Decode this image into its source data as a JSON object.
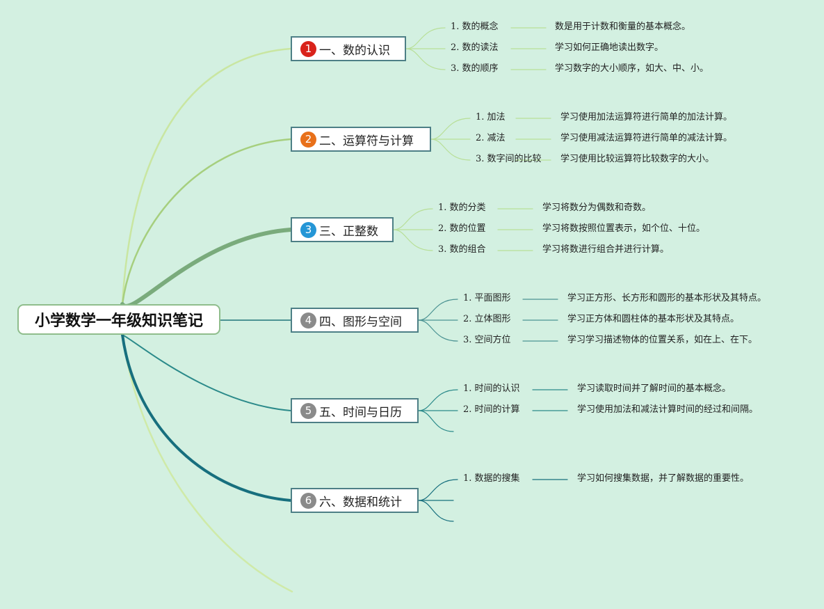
{
  "root": {
    "title": "小学数学一年级知识笔记"
  },
  "branches": [
    {
      "number": "1",
      "label": "一、数的认识",
      "badge_color": "#d9231b",
      "line_color": "#c9e6a1",
      "items": [
        {
          "label": "1. 数的概念",
          "desc": "数是用于计数和衡量的基本概念。"
        },
        {
          "label": "2. 数的读法",
          "desc": "学习如何正确地读出数字。"
        },
        {
          "label": "3. 数的顺序",
          "desc": "学习数字的大小顺序，如大、中、小。"
        }
      ]
    },
    {
      "number": "2",
      "label": "二、运算符与计算",
      "badge_color": "#e8701a",
      "line_color": "#a6cf7e",
      "items": [
        {
          "label": "1. 加法",
          "desc": "学习使用加法运算符进行简单的加法计算。"
        },
        {
          "label": "2. 减法",
          "desc": "学习使用减法运算符进行简单的减法计算。"
        },
        {
          "label": "3. 数字间的比较",
          "desc": "学习使用比较运算符比较数字的大小。"
        }
      ]
    },
    {
      "number": "3",
      "label": "三、正整数",
      "badge_color": "#2596d6",
      "line_color": "#7aab7c",
      "items": [
        {
          "label": "1. 数的分类",
          "desc": "学习将数分为偶数和奇数。"
        },
        {
          "label": "2. 数的位置",
          "desc": "学习将数按照位置表示，如个位、十位。"
        },
        {
          "label": "3. 数的组合",
          "desc": "学习将数进行组合并进行计算。"
        }
      ]
    },
    {
      "number": "4",
      "label": "四、图形与空间",
      "badge_color": "#8a8a8a",
      "line_color": "#4c9393",
      "items": [
        {
          "label": "1. 平面图形",
          "desc": "学习正方形、长方形和圆形的基本形状及其特点。"
        },
        {
          "label": "2. 立体图形",
          "desc": "学习正方体和圆柱体的基本形状及其特点。"
        },
        {
          "label": "3. 空间方位",
          "desc": "学习学习描述物体的位置关系，如在上、在下。"
        }
      ]
    },
    {
      "number": "5",
      "label": "五、时间与日历",
      "badge_color": "#8a8a8a",
      "line_color": "#2b8a8a",
      "items": [
        {
          "label": "1. 时间的认识",
          "desc": "学习读取时间并了解时间的基本概念。"
        },
        {
          "label": "2. 时间的计算",
          "desc": "学习使用加法和减法计算时间的经过和间隔。"
        }
      ]
    },
    {
      "number": "6",
      "label": "六、数据和统计",
      "badge_color": "#8a8a8a",
      "line_color": "#176f7e",
      "items": [
        {
          "label": "1. 数据的搜集",
          "desc": "学习如何搜集数据，并了解数据的重要性。"
        }
      ]
    }
  ]
}
